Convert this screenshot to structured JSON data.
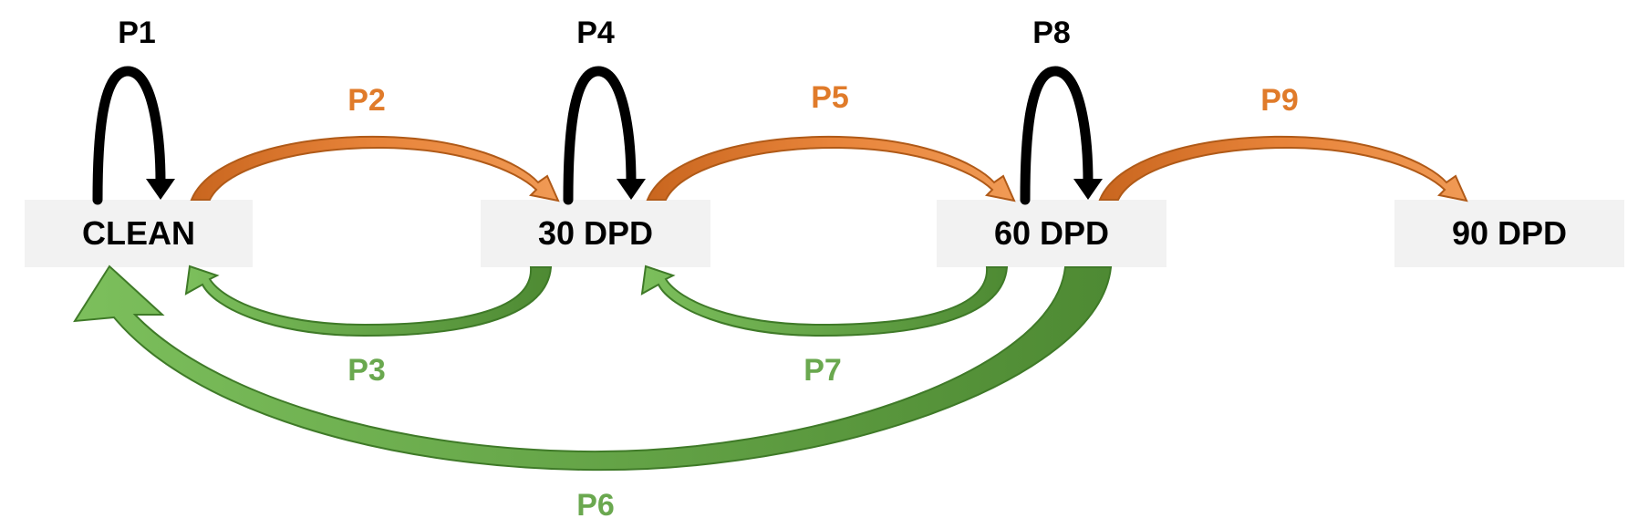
{
  "colors": {
    "self_loop": "#000000",
    "forward": "#e07b2a",
    "forward_dark": "#b85f1c",
    "backward": "#6aa84f",
    "backward_dark": "#4e8a33",
    "label_forward": "#e07b2a",
    "label_backward": "#6aa84f",
    "box_fill": "#f2f2f2"
  },
  "states": [
    {
      "id": "clean",
      "label": "CLEAN"
    },
    {
      "id": "dpd30",
      "label": "30 DPD"
    },
    {
      "id": "dpd60",
      "label": "60 DPD"
    },
    {
      "id": "dpd90",
      "label": "90 DPD"
    }
  ],
  "transitions": [
    {
      "label": "P1",
      "from": "CLEAN",
      "to": "CLEAN",
      "kind": "self"
    },
    {
      "label": "P2",
      "from": "CLEAN",
      "to": "30 DPD",
      "kind": "forward"
    },
    {
      "label": "P3",
      "from": "30 DPD",
      "to": "CLEAN",
      "kind": "backward"
    },
    {
      "label": "P4",
      "from": "30 DPD",
      "to": "30 DPD",
      "kind": "self"
    },
    {
      "label": "P5",
      "from": "30 DPD",
      "to": "60 DPD",
      "kind": "forward"
    },
    {
      "label": "P6",
      "from": "60 DPD",
      "to": "CLEAN",
      "kind": "backward"
    },
    {
      "label": "P7",
      "from": "60 DPD",
      "to": "30 DPD",
      "kind": "backward"
    },
    {
      "label": "P8",
      "from": "60 DPD",
      "to": "60 DPD",
      "kind": "self"
    },
    {
      "label": "P9",
      "from": "60 DPD",
      "to": "90 DPD",
      "kind": "forward"
    }
  ]
}
